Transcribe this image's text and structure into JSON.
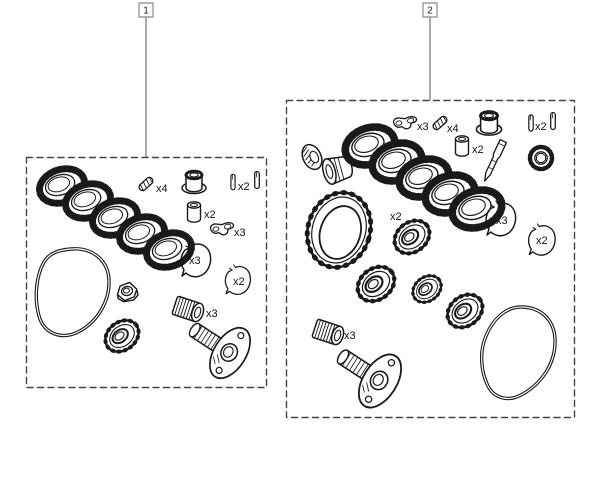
{
  "figure": {
    "background_color": "#ffffff",
    "line_color": "#1a1a1a"
  },
  "kit1": {
    "callout": "1",
    "quantities": {
      "spring": "x4",
      "pins": "x2",
      "bush": "x2",
      "key": "x3",
      "circlip_a": "x3",
      "circlip_b": "x2",
      "needle_bearing": "x3"
    }
  },
  "kit2": {
    "callout": "2",
    "quantities": {
      "key": "x3",
      "spring": "x4",
      "pins": "x2",
      "bush": "x2",
      "bearing": "x2",
      "circlip_a": "x3",
      "circlip_b": "x2",
      "needle_bearing": "x3"
    }
  }
}
